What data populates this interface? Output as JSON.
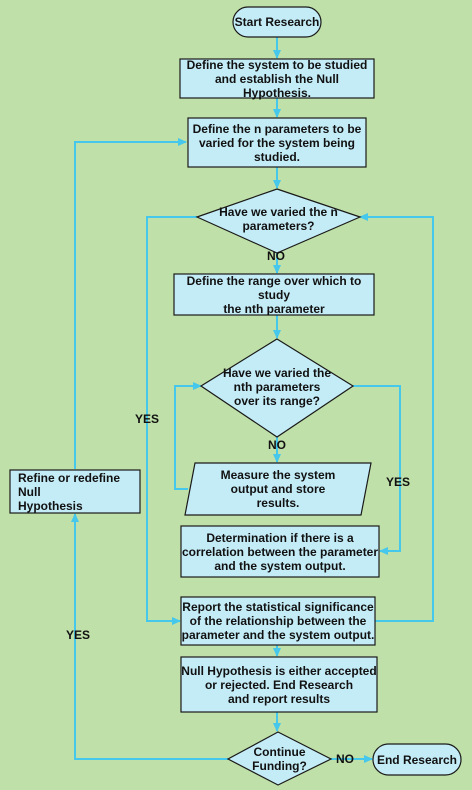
{
  "colors": {
    "background": "#bfe0a8",
    "box_fill": "#c4ecf7",
    "box_border": "#1a1a1a",
    "arrow": "#45c8ec"
  },
  "nodes": {
    "start": "Start Research",
    "define_system": [
      "Define the system to be studied",
      "and establish the Null Hypothesis."
    ],
    "define_params": [
      "Define the n parameters to be",
      "varied for the system being",
      "studied."
    ],
    "varied_n": [
      "Have we varied the n",
      "parameters?"
    ],
    "define_range": [
      "Define the range over which to study",
      "the nth parameter"
    ],
    "varied_nth": [
      "Have we varied the",
      "nth parameters",
      "over its range?"
    ],
    "measure": [
      "Measure the system",
      "output and store",
      "results."
    ],
    "correlation": [
      "Determination if there is a",
      "correlation between the parameter",
      "and the system output."
    ],
    "report": [
      "Report the statistical significance",
      "of the relationship between the",
      "parameter and the system output."
    ],
    "null_result": [
      "Null Hypothesis is either accepted",
      "or rejected. End Research",
      "and report results"
    ],
    "continue": [
      "Continue",
      "Funding?"
    ],
    "end": "End Research",
    "refine": [
      "Refine or redefine Null",
      "Hypothesis"
    ]
  },
  "edge_labels": {
    "no_1": "NO",
    "no_2": "NO",
    "no_3": "NO",
    "yes_outer": "YES",
    "yes_inner": "YES",
    "yes_funding": "YES"
  }
}
